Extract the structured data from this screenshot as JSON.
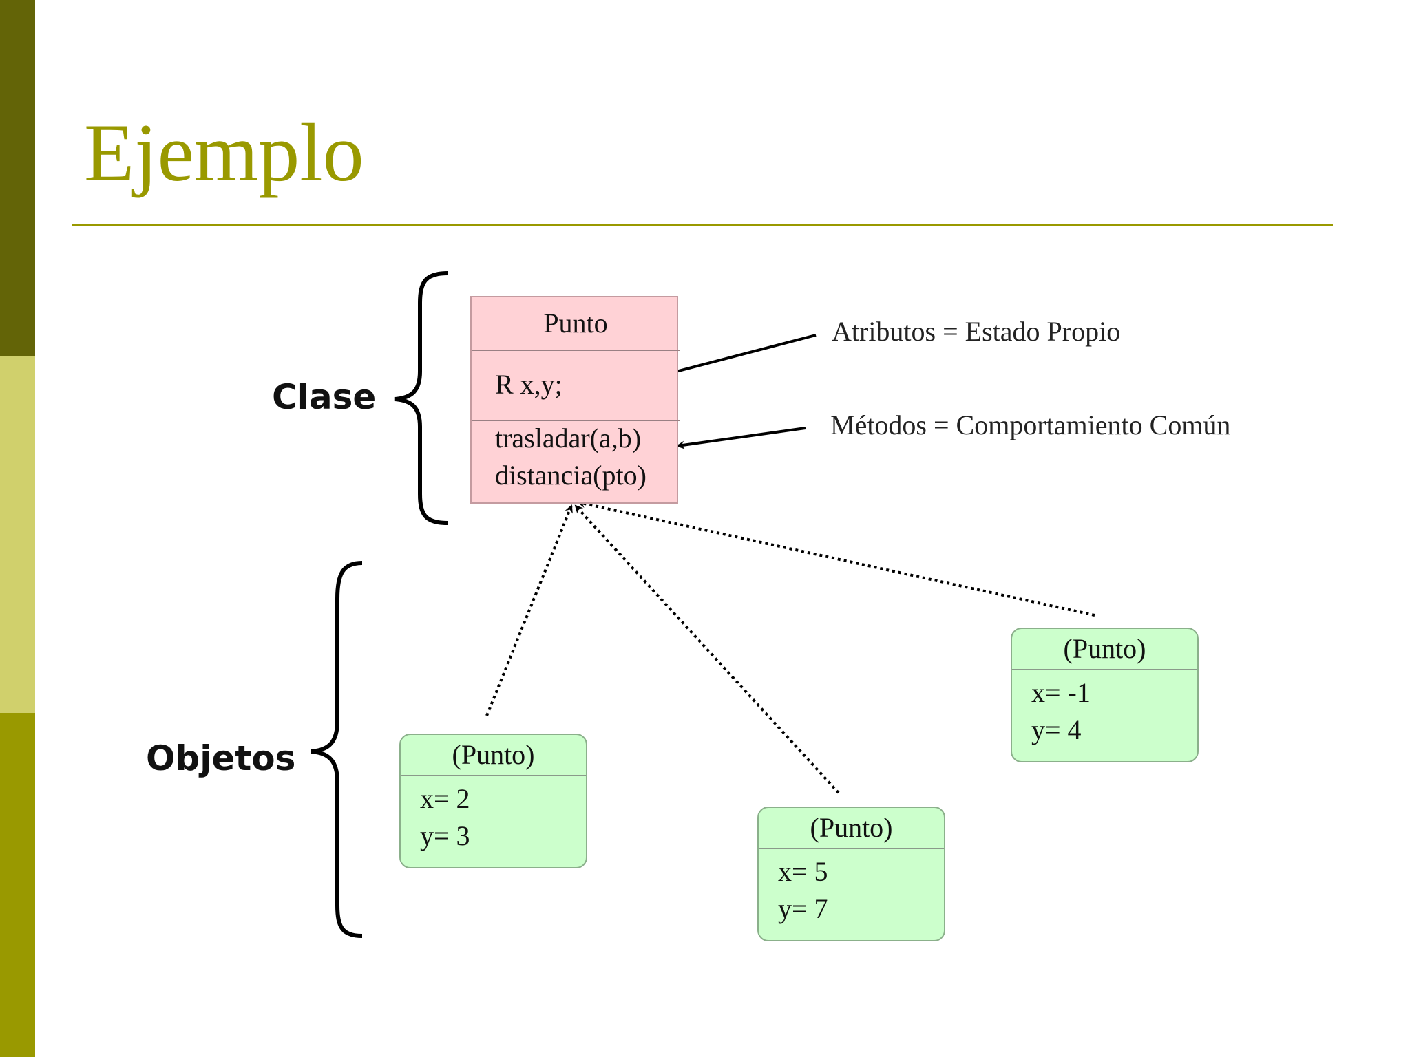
{
  "slide": {
    "title": "Ejemplo"
  },
  "labels": {
    "clase": "Clase",
    "objetos": "Objetos"
  },
  "class": {
    "name": "Punto",
    "attributes": "R x,y;",
    "methods": [
      "trasladar(a,b)",
      "distancia(pto)"
    ]
  },
  "annotations": {
    "attributes": "Atributos = Estado Propio",
    "methods": "Métodos = Comportamiento Común"
  },
  "objects": [
    {
      "name": "(Punto)",
      "x": "x= 2",
      "y": "y= 3"
    },
    {
      "name": "(Punto)",
      "x": "x= 5",
      "y": "y= 7"
    },
    {
      "name": "(Punto)",
      "x": "x= -1",
      "y": "y=  4"
    }
  ],
  "colors": {
    "accent": "#999900",
    "bar_dark": "#636407",
    "bar_light": "#d0d06c",
    "class_fill": "#ffd2d6",
    "object_fill": "#ccffcc"
  }
}
